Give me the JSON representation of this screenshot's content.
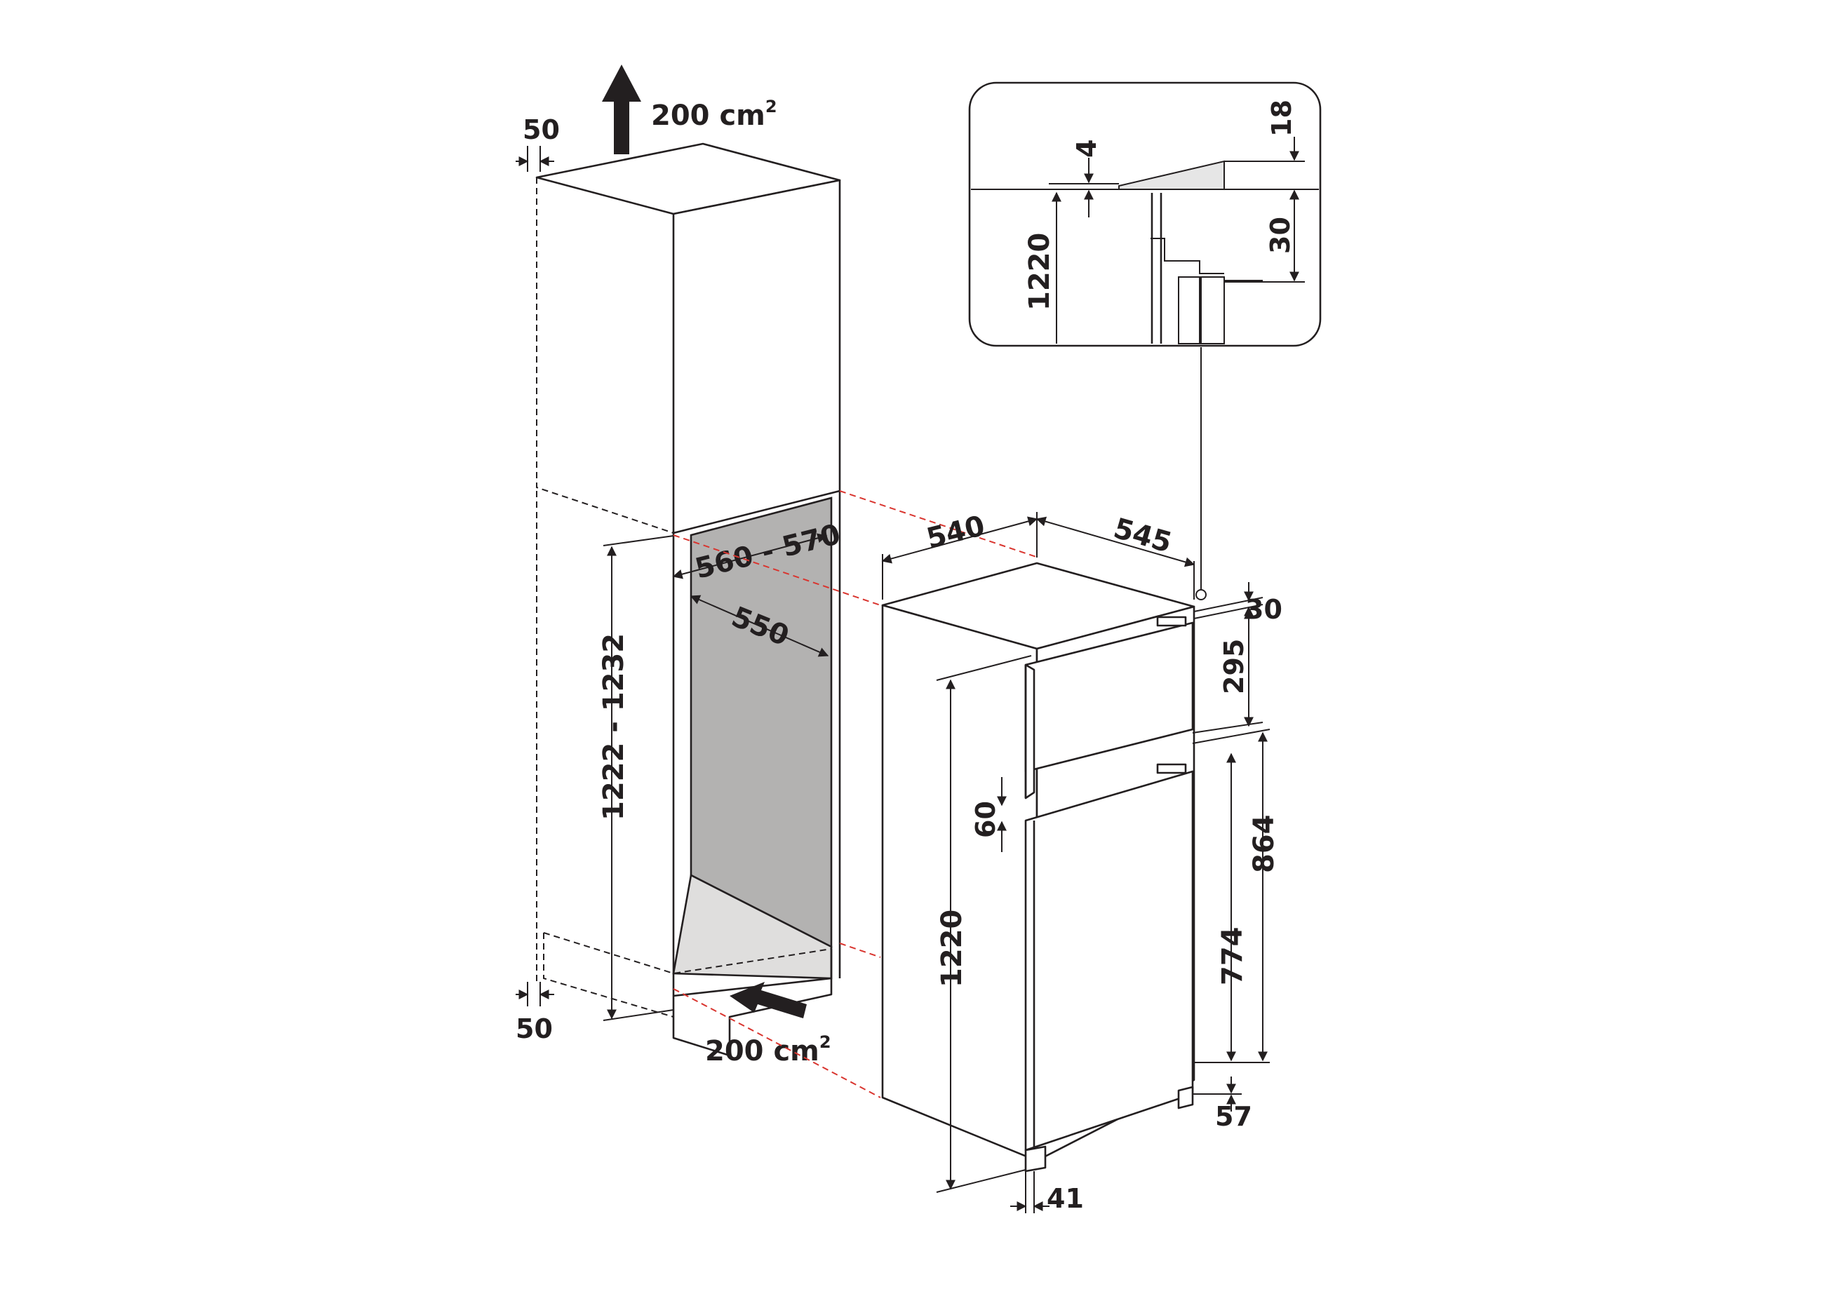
{
  "colors": {
    "line": "#231f20",
    "cavity": "#b3b2b1",
    "cavity_floor": "#dfdedd",
    "guide": "#d9352f",
    "inset_band": "#e6e6e6"
  },
  "niche": {
    "vent_top": {
      "value": "200",
      "unit": "cm",
      "exp": "2"
    },
    "vent_bottom": {
      "value": "200",
      "unit": "cm",
      "exp": "2"
    },
    "gap_top": "50",
    "gap_bottom": "50",
    "width_range": "560 - 570",
    "depth": "550",
    "height_range": "1222 - 1232"
  },
  "appliance": {
    "width": "540",
    "depth": "545",
    "top_gap": "30",
    "freezer_door": "295",
    "door_gap": "60",
    "total_height": "1220",
    "upper_offset": "864",
    "lower_offset": "774",
    "foot": "57",
    "door_thickness": "41"
  },
  "detail": {
    "height": "1220",
    "gap_small": "4",
    "gap_top": "18",
    "gap_bottom": "30"
  }
}
